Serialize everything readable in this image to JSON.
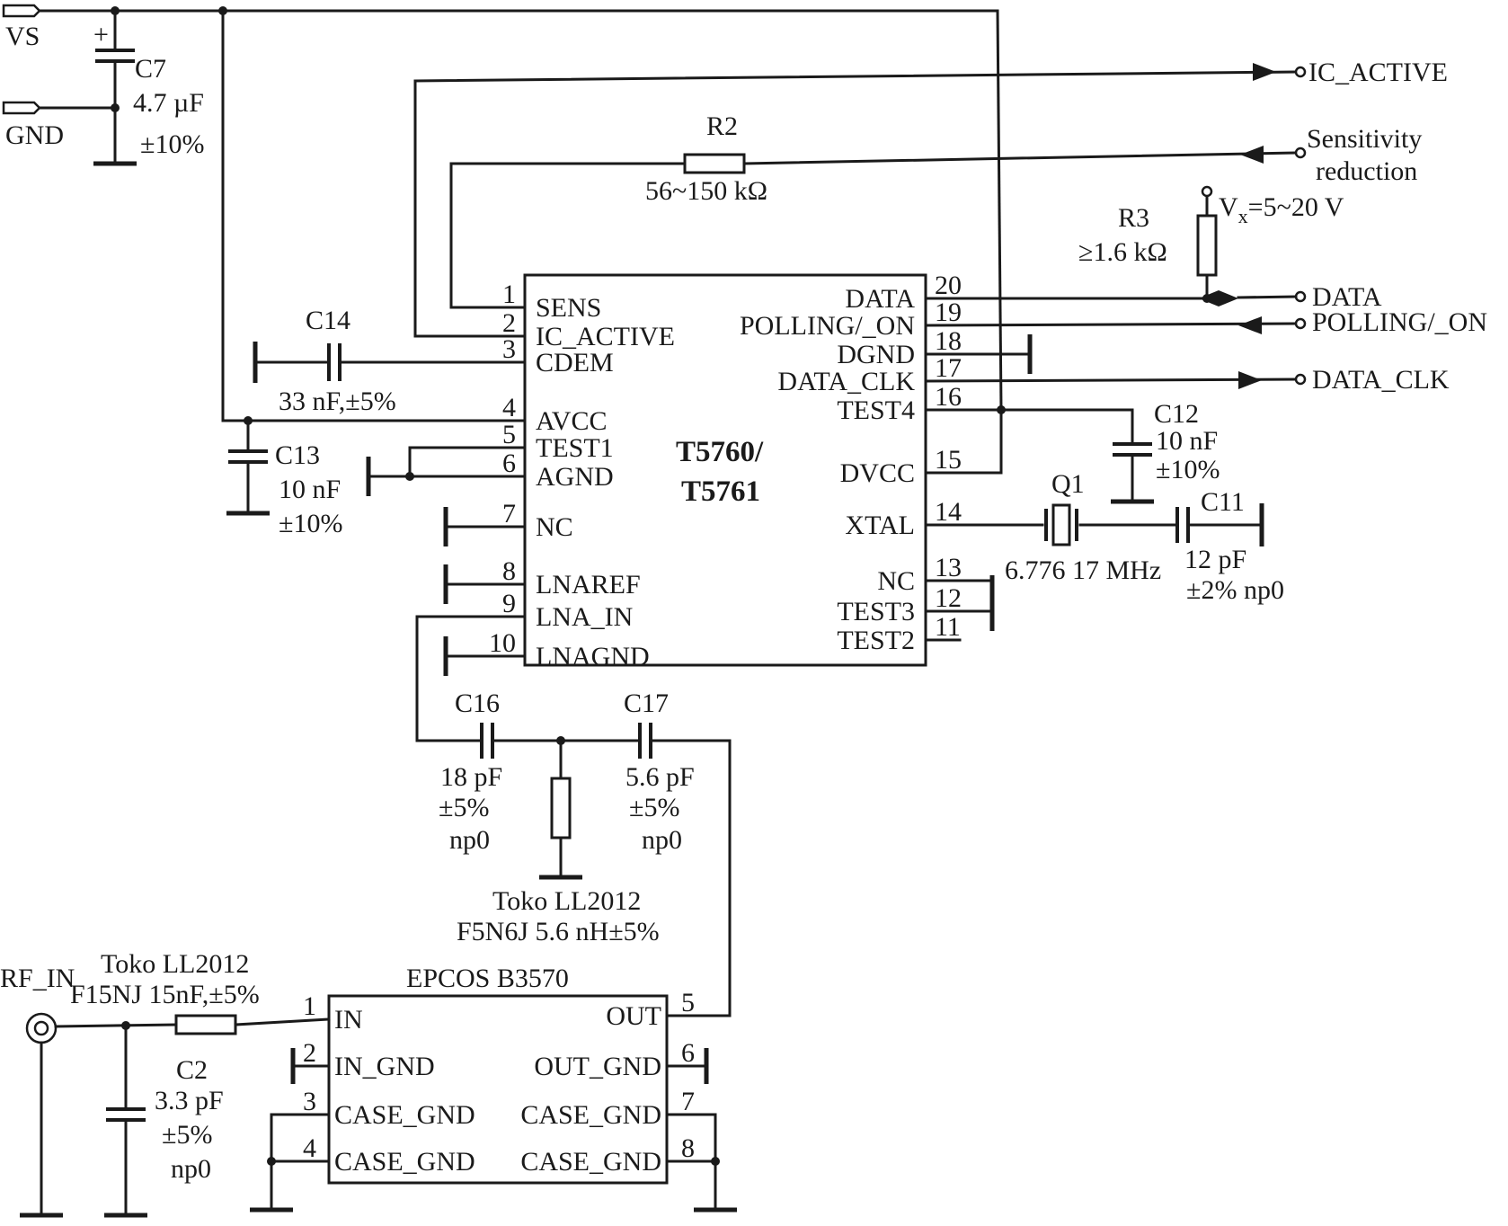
{
  "terminals": {
    "vs": "VS",
    "gnd": "GND",
    "rf_in": "RF_IN",
    "ic_active": "IC_ACTIVE",
    "sensitivity_1": "Sensitivity",
    "sensitivity_2": "reduction",
    "vx": "V",
    "vx_sub": "x",
    "vx_value": "=5~20 V",
    "data": "DATA",
    "polling_on": "POLLING/_ON",
    "data_clk": "DATA_CLK"
  },
  "ic": {
    "name_line1": "T5760/",
    "name_line2": "T5761",
    "left_pins": [
      {
        "num": "1",
        "name": "SENS"
      },
      {
        "num": "2",
        "name": "IC_ACTIVE"
      },
      {
        "num": "3",
        "name": "CDEM"
      },
      {
        "num": "4",
        "name": "AVCC"
      },
      {
        "num": "5",
        "name": "TEST1"
      },
      {
        "num": "6",
        "name": "AGND"
      },
      {
        "num": "7",
        "name": "NC"
      },
      {
        "num": "8",
        "name": "LNAREF"
      },
      {
        "num": "9",
        "name": "LNA_IN"
      },
      {
        "num": "10",
        "name": "LNAGND"
      }
    ],
    "right_pins": [
      {
        "num": "20",
        "name": "DATA"
      },
      {
        "num": "19",
        "name": "POLLING/_ON"
      },
      {
        "num": "18",
        "name": "DGND"
      },
      {
        "num": "17",
        "name": "DATA_CLK"
      },
      {
        "num": "16",
        "name": "TEST4"
      },
      {
        "num": "15",
        "name": "DVCC"
      },
      {
        "num": "14",
        "name": "XTAL"
      },
      {
        "num": "13",
        "name": "NC"
      },
      {
        "num": "12",
        "name": "TEST3"
      },
      {
        "num": "11",
        "name": "TEST2"
      }
    ]
  },
  "saw": {
    "name": "EPCOS B3570",
    "left_pins": [
      {
        "num": "1",
        "name": "IN"
      },
      {
        "num": "2",
        "name": "IN_GND"
      },
      {
        "num": "3",
        "name": "CASE_GND"
      },
      {
        "num": "4",
        "name": "CASE_GND"
      }
    ],
    "right_pins": [
      {
        "num": "5",
        "name": "OUT"
      },
      {
        "num": "6",
        "name": "OUT_GND"
      },
      {
        "num": "7",
        "name": "CASE_GND"
      },
      {
        "num": "8",
        "name": "CASE_GND"
      }
    ]
  },
  "components": {
    "c7": {
      "plus": "+",
      "ref": "C7",
      "value": "4.7 µF",
      "tol": "±10%"
    },
    "r2": {
      "ref": "R2",
      "value": "56~150 kΩ"
    },
    "r3": {
      "ref": "R3",
      "value": "≥1.6 kΩ"
    },
    "c14": {
      "ref": "C14",
      "value": "33 nF,±5%"
    },
    "c13": {
      "ref": "C13",
      "value": "10 nF",
      "tol": "±10%"
    },
    "c12": {
      "ref": "C12",
      "value": "10 nF",
      "tol": "±10%"
    },
    "q1": {
      "ref": "Q1",
      "value": "6.776 17 MHz"
    },
    "c11": {
      "ref": "C11",
      "value": "12 pF",
      "tol": "±2% np0"
    },
    "c16": {
      "ref": "C16",
      "value": "18 pF",
      "tol": "±5%",
      "diel": "np0"
    },
    "c17": {
      "ref": "C17",
      "value": "5.6 pF",
      "tol": "±5%",
      "diel": "np0"
    },
    "l_match": {
      "line1": "Toko LL2012",
      "line2": "F5N6J 5.6 nH±5%"
    },
    "l_in": {
      "line1": "Toko LL2012",
      "line2": "F15NJ 15nF,±5%"
    },
    "c2": {
      "ref": "C2",
      "value": "3.3 pF",
      "tol": "±5%",
      "diel": "np0"
    }
  }
}
